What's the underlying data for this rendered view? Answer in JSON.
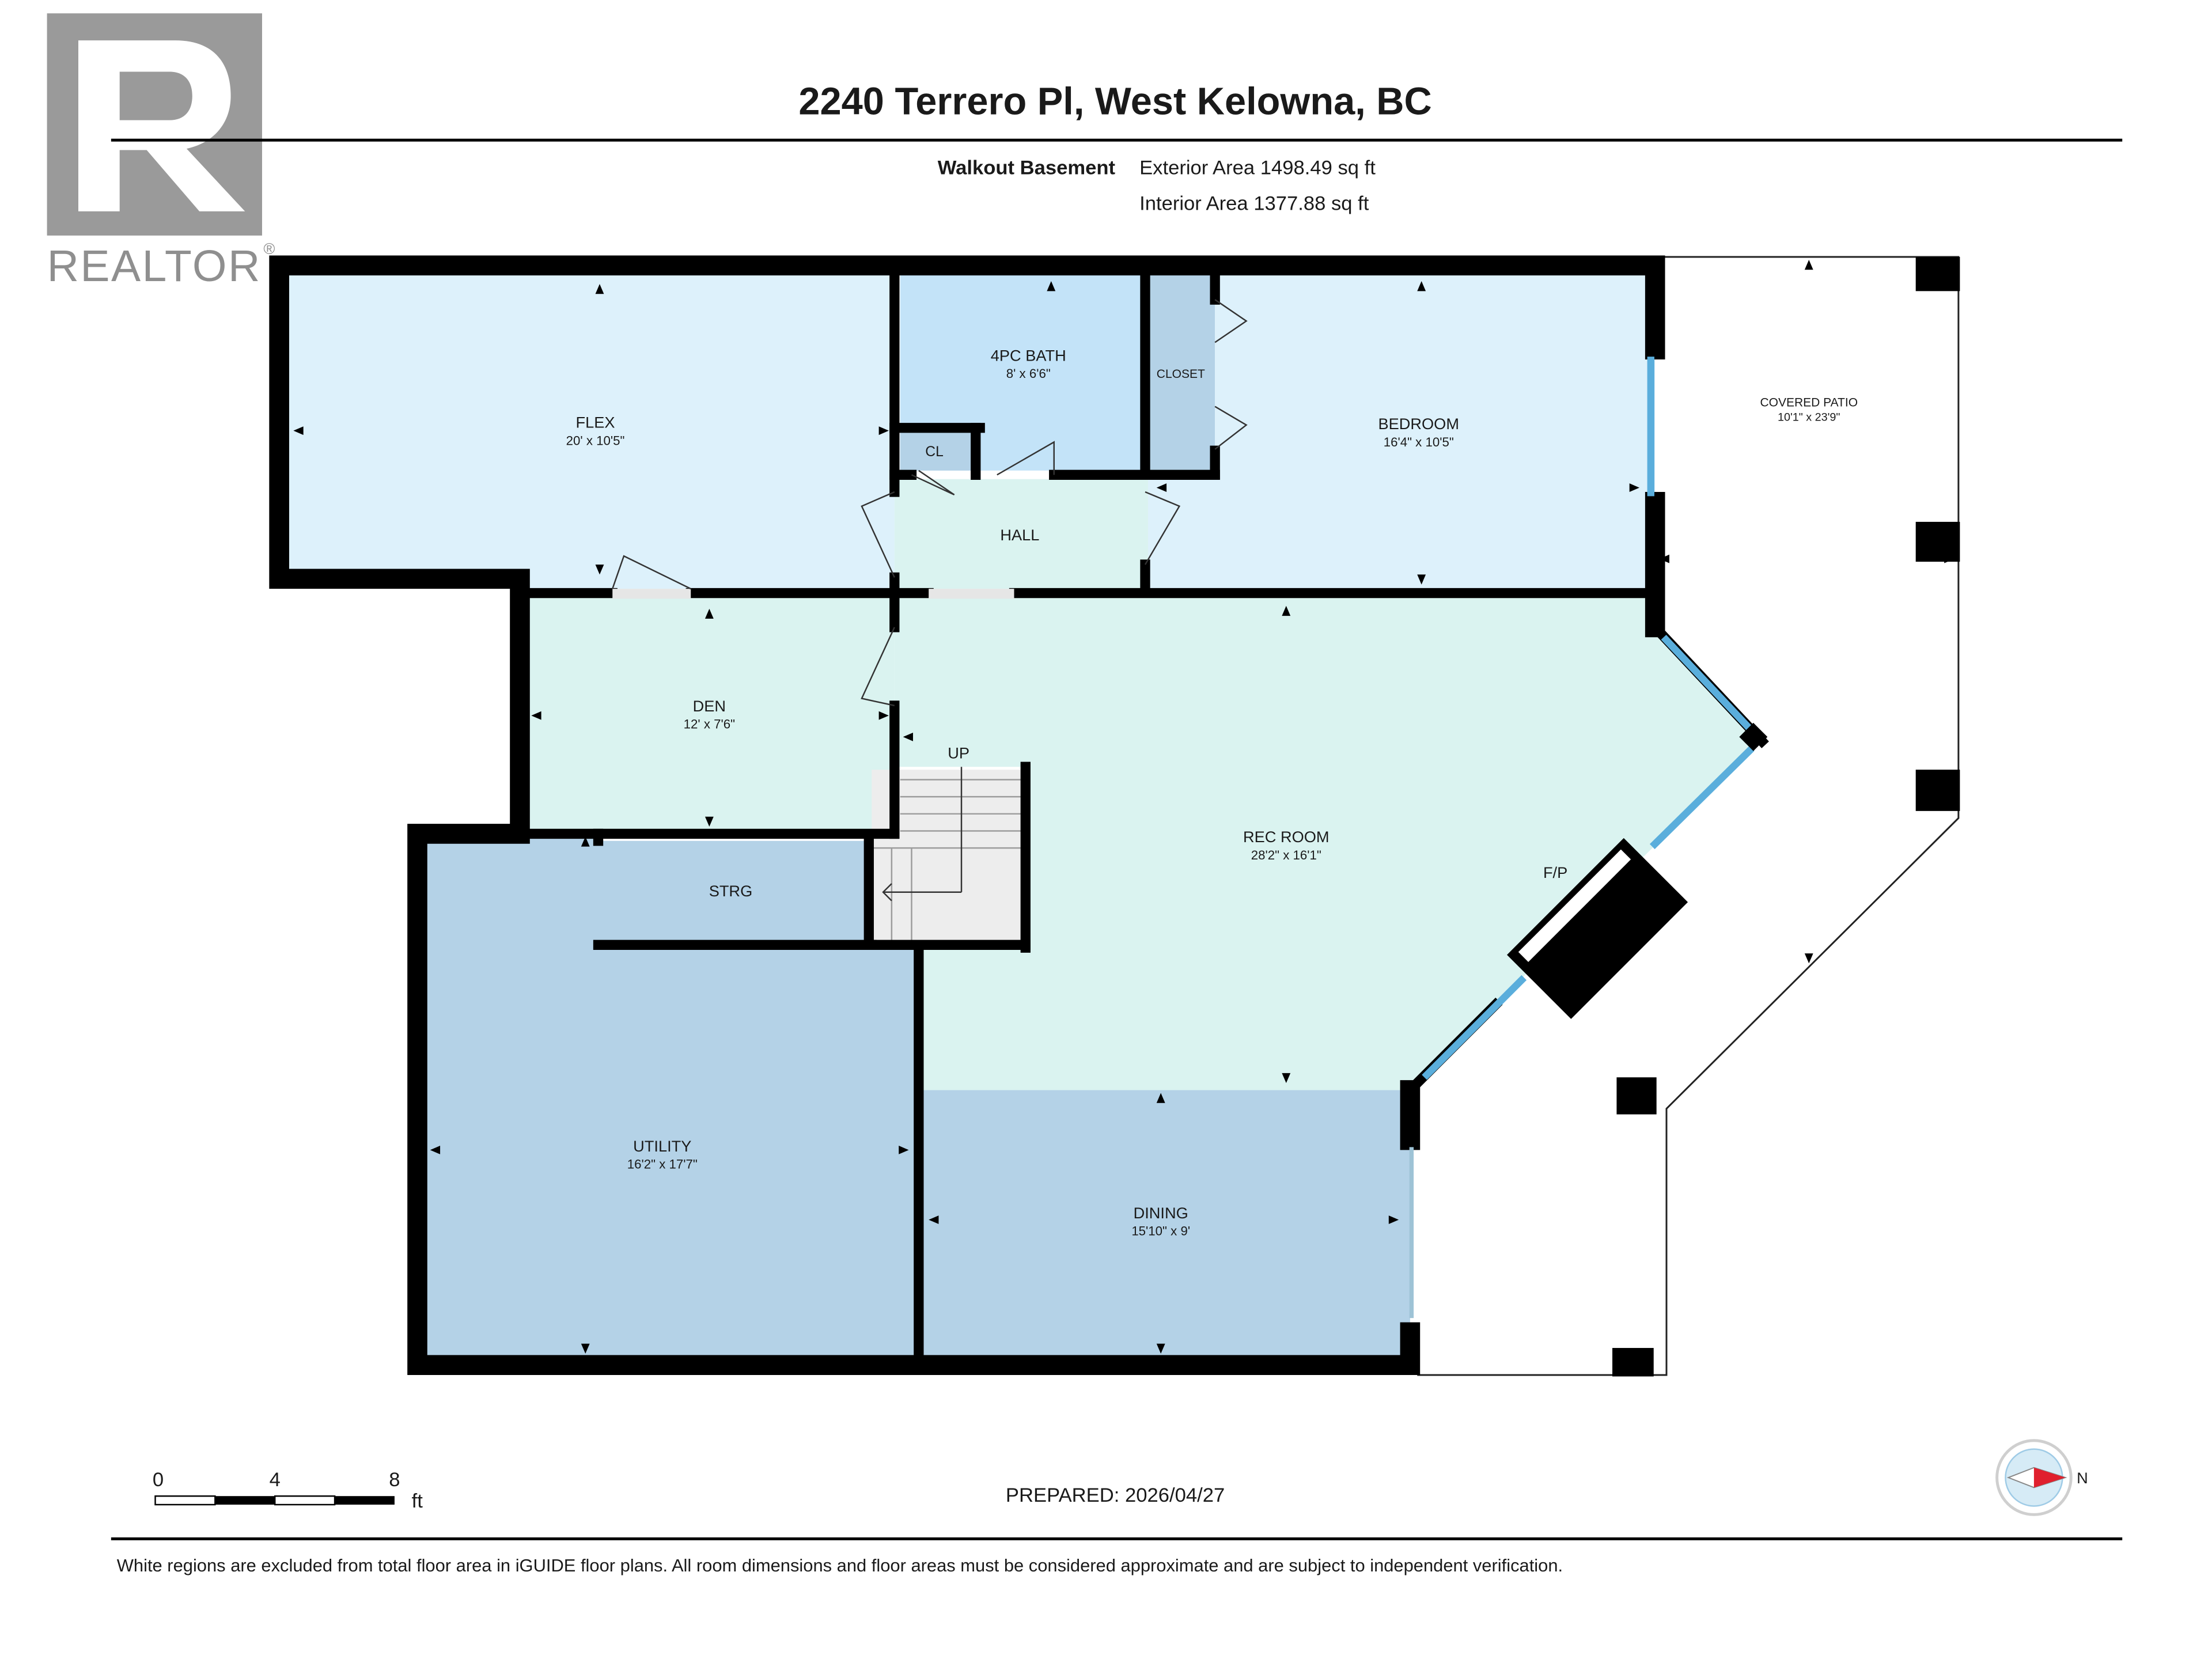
{
  "logo": {
    "wordmark": "REALTOR",
    "registered": "®"
  },
  "header": {
    "title": "2240 Terrero Pl, West Kelowna, BC"
  },
  "areas": {
    "level": "Walkout Basement",
    "exterior": "Exterior Area 1498.49 sq ft",
    "interior": "Interior Area 1377.88 sq ft"
  },
  "rooms": {
    "flex": {
      "name": "FLEX",
      "dims": "20' x 10'5\""
    },
    "bath": {
      "name": "4PC BATH",
      "dims": "8' x 6'6\""
    },
    "closet": {
      "name": "CLOSET"
    },
    "cl": {
      "name": "CL"
    },
    "bedroom": {
      "name": "BEDROOM",
      "dims": "16'4\" x 10'5\""
    },
    "patio": {
      "name": "COVERED PATIO",
      "dims": "10'1\" x 23'9\""
    },
    "hall": {
      "name": "HALL"
    },
    "den": {
      "name": "DEN",
      "dims": "12' x 7'6\""
    },
    "up": {
      "name": "UP"
    },
    "strg": {
      "name": "STRG"
    },
    "rec": {
      "name": "REC ROOM",
      "dims": "28'2\" x 16'1\""
    },
    "fp": {
      "name": "F/P"
    },
    "utility": {
      "name": "UTILITY",
      "dims": "16'2\" x 17'7\""
    },
    "dining": {
      "name": "DINING",
      "dims": "15'10\" x 9'"
    }
  },
  "scale": {
    "labels": [
      "0",
      "4",
      "8"
    ],
    "unit": "ft"
  },
  "prepared": "PREPARED: 2026/04/27",
  "compass": {
    "label": "N"
  },
  "footer": {
    "note": "White regions are excluded from total floor area in iGUIDE floor plans. All room dimensions and floor areas must be considered approximate and are subject to independent verification."
  },
  "colors": {
    "light_blue": "#ddf1fb",
    "bath_blue": "#c3e3f8",
    "mint": "#daf3f0",
    "steel_blue": "#b4d2e7",
    "wall": "#000000",
    "window": "#5aaedc"
  }
}
